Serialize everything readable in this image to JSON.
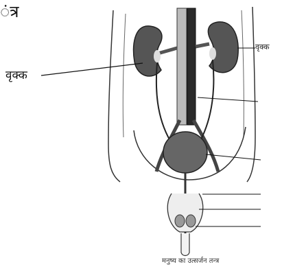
{
  "heading": "ंत्र",
  "labels": {
    "kidney_left": "वृक्क",
    "kidney_right": "वृक्क"
  },
  "caption": "मनुष्य का उत्सर्जन तन्त्र"
}
